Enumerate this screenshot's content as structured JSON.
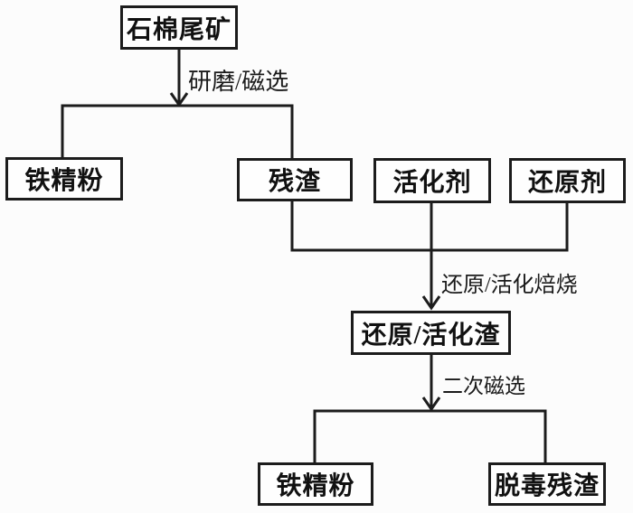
{
  "nodes": {
    "asbestos_tailings": {
      "label": "石棉尾矿"
    },
    "iron_concentrate_top": {
      "label": "铁精粉"
    },
    "residue": {
      "label": "残渣"
    },
    "activator": {
      "label": "活化剂"
    },
    "reducing_agent": {
      "label": "还原剂"
    },
    "reduction_activation_slag": {
      "label": "还原/活化渣"
    },
    "iron_concentrate_bottom": {
      "label": "铁精粉"
    },
    "detoxified_residue": {
      "label": "脱毒残渣"
    }
  },
  "edges": {
    "grinding_magnetic": {
      "label": "研磨/磁选",
      "from": "asbestos_tailings",
      "to": [
        "iron_concentrate_top",
        "residue"
      ]
    },
    "roasting": {
      "label": "还原/活化焙烧",
      "from": [
        "residue",
        "activator",
        "reducing_agent"
      ],
      "to": "reduction_activation_slag"
    },
    "secondary_magnetic": {
      "label": "二次磁选",
      "from": "reduction_activation_slag",
      "to": [
        "iron_concentrate_bottom",
        "detoxified_residue"
      ]
    }
  },
  "colors": {
    "line": "#1c1c1c",
    "box_fill": "#fefefe",
    "background": "#fcfcfc",
    "text": "#111111"
  }
}
